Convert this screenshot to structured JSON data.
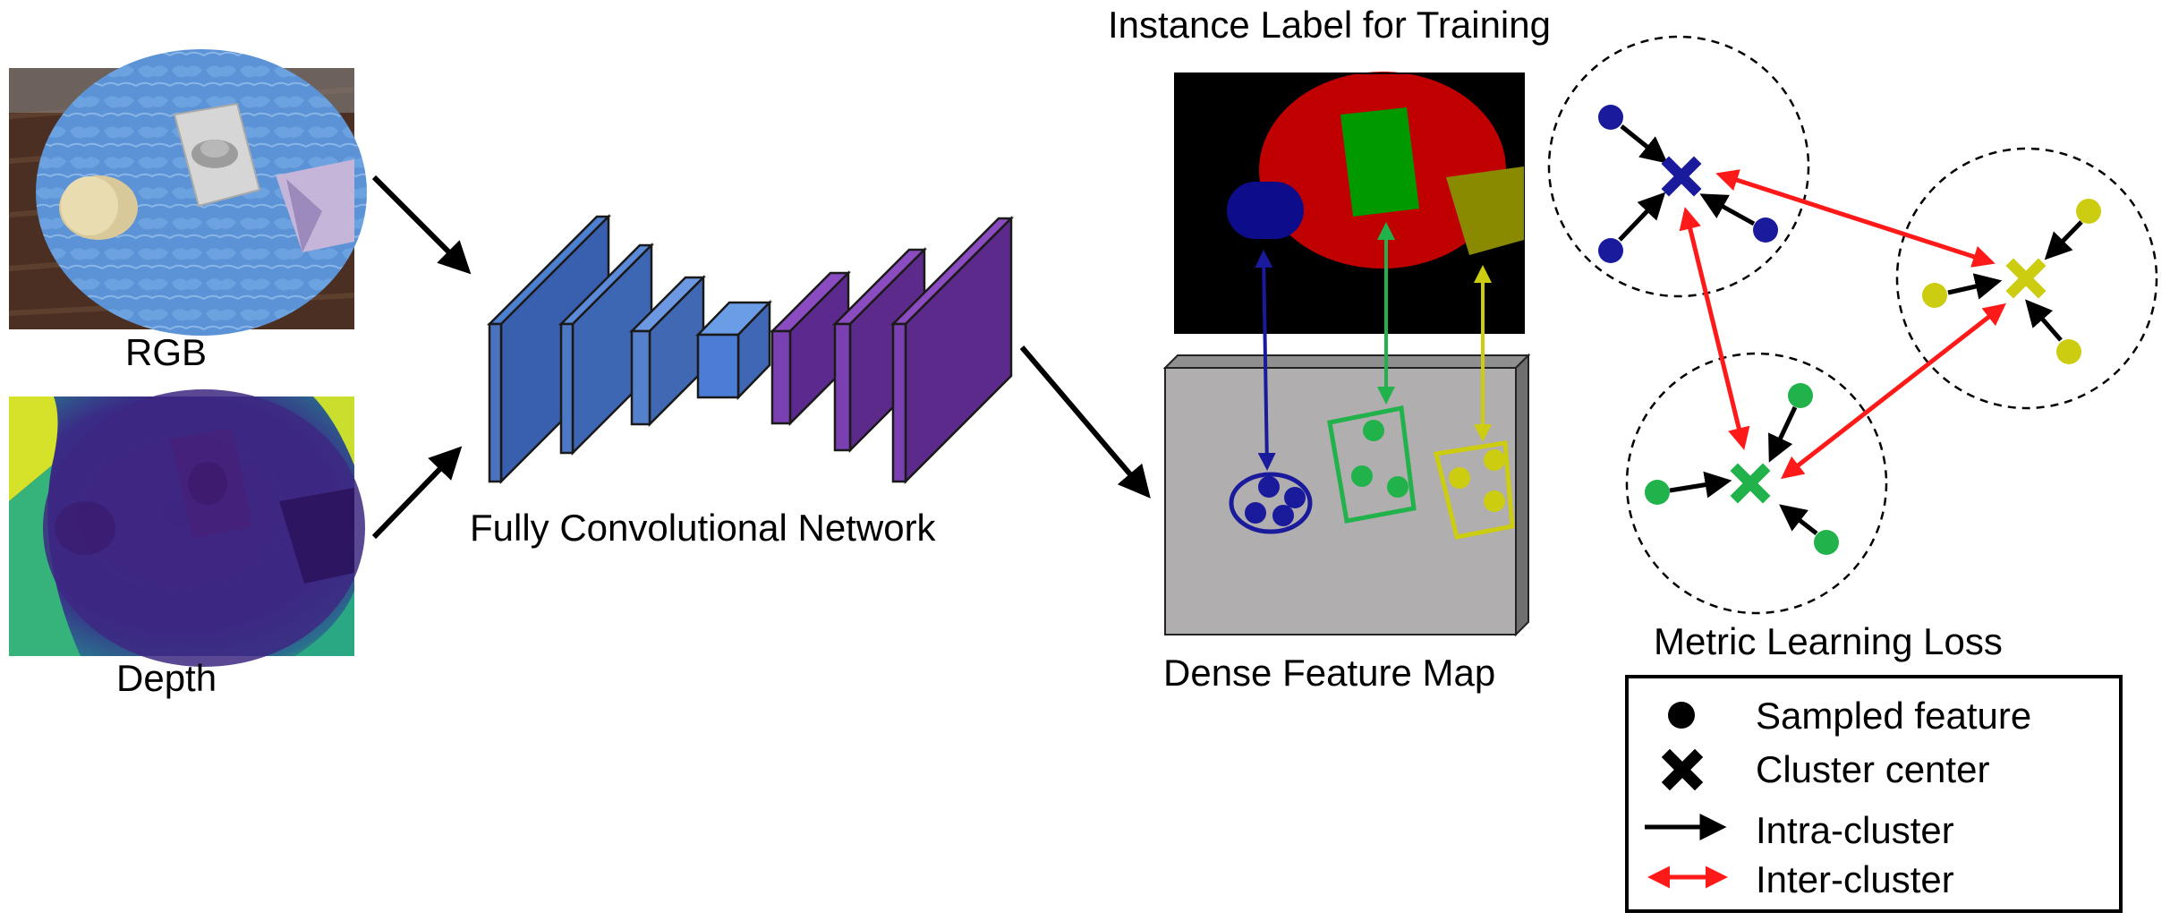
{
  "inputs": {
    "rgb_label": "RGB",
    "depth_label": "Depth"
  },
  "network": {
    "label": "Fully Convolutional Network"
  },
  "instance_label": {
    "title": "Instance Label for Training"
  },
  "feature_map": {
    "label": "Dense Feature Map"
  },
  "metric": {
    "title": "Metric Learning Loss"
  },
  "legend": {
    "items": [
      {
        "label": "Sampled feature",
        "icon": "filled-circle-icon"
      },
      {
        "label": "Cluster center",
        "icon": "cross-icon"
      },
      {
        "label": "Intra-cluster",
        "icon": "black-arrow-icon"
      },
      {
        "label": "Inter-cluster",
        "icon": "red-double-arrow-icon"
      }
    ]
  },
  "colors": {
    "blue_cluster": "#1a1a9c",
    "green_cluster": "#22b24c",
    "yellow_cluster": "#cccc11",
    "inter_arrow": "#ff1a1a",
    "encoder": "#3f6ab5",
    "decoder": "#5b2a8a",
    "label_background": "#d00000"
  }
}
